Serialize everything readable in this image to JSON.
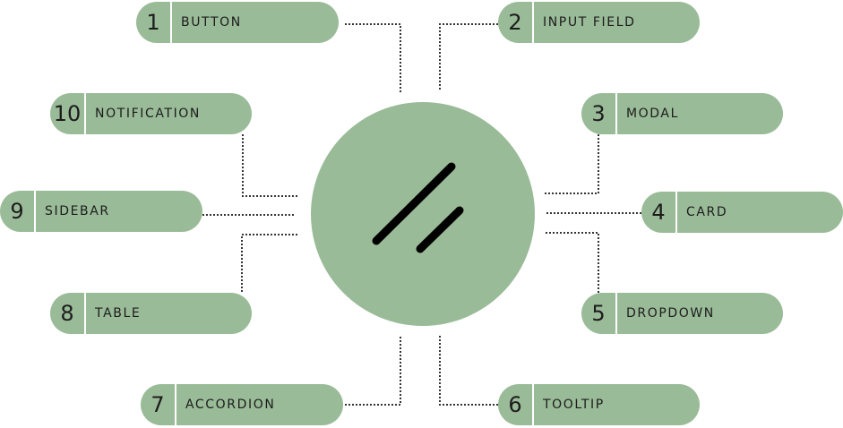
{
  "accent_color": "#9abb98",
  "hub": {
    "icon": "double-slash-icon"
  },
  "items": [
    {
      "number": "1",
      "label": "BUTTON"
    },
    {
      "number": "2",
      "label": "INPUT FIELD"
    },
    {
      "number": "3",
      "label": "MODAL"
    },
    {
      "number": "4",
      "label": "CARD"
    },
    {
      "number": "5",
      "label": "DROPDOWN"
    },
    {
      "number": "6",
      "label": "TOOLTIP"
    },
    {
      "number": "7",
      "label": "ACCORDION"
    },
    {
      "number": "8",
      "label": "TABLE"
    },
    {
      "number": "9",
      "label": "SIDEBAR"
    },
    {
      "number": "10",
      "label": "NOTIFICATION"
    }
  ]
}
